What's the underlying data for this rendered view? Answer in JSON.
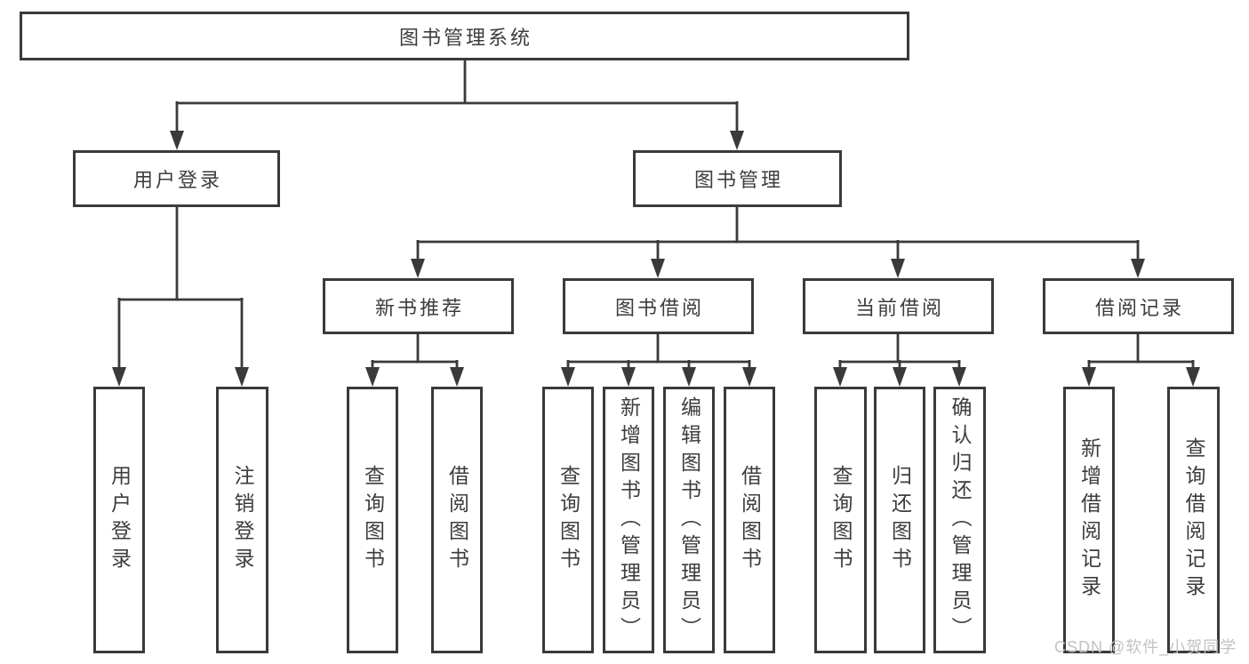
{
  "title": "图书管理系统",
  "watermark": "CSDN @软件_小贺同学",
  "colors": {
    "line": "#3a3a3a",
    "text": "#3d3d3d",
    "watermark": "#c2c2c2",
    "background": "#ffffff"
  },
  "tree": {
    "root": {
      "label": "图书管理系统"
    },
    "branches": [
      {
        "label": "用户登录",
        "children": [
          {
            "label": "用户登录"
          },
          {
            "label": "注销登录"
          }
        ]
      },
      {
        "label": "图书管理",
        "children": [
          {
            "label": "新书推荐",
            "children": [
              {
                "label": "查询图书"
              },
              {
                "label": "借阅图书"
              }
            ]
          },
          {
            "label": "图书借阅",
            "children": [
              {
                "label": "查询图书"
              },
              {
                "label": "新增图书（管理员）"
              },
              {
                "label": "编辑图书（管理员）"
              },
              {
                "label": "借阅图书"
              }
            ]
          },
          {
            "label": "当前借阅",
            "children": [
              {
                "label": "查询图书"
              },
              {
                "label": "归还图书"
              },
              {
                "label": "确认归还（管理员）"
              }
            ]
          },
          {
            "label": "借阅记录",
            "children": [
              {
                "label": "新增借阅记录"
              },
              {
                "label": "查询借阅记录"
              }
            ]
          }
        ]
      }
    ]
  }
}
